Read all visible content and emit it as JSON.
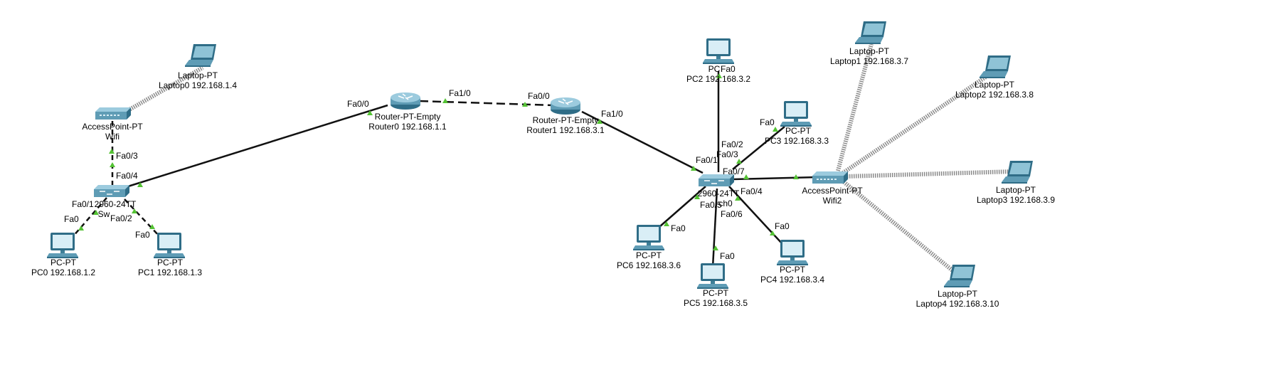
{
  "colors": {
    "link": "#111111",
    "wireless": "#8a8a8a",
    "port_up": "#54c234",
    "device_face": "#5f9cb5",
    "device_dark": "#2f6d87"
  },
  "devices": {
    "laptop0": {
      "type_label": "Laptop-PT",
      "name_label": "Laptop0 192.168.1.4",
      "icon": "laptop-icon"
    },
    "ap0": {
      "type_label": "AccessPoint-PT",
      "name_label": "Wifi",
      "icon": "access-point-icon"
    },
    "switch0": {
      "type_label": "2960-24TT",
      "name_label": "Sw",
      "icon": "switch-icon"
    },
    "pc0": {
      "type_label": "PC-PT",
      "name_label": "PC0 192.168.1.2",
      "icon": "pc-icon"
    },
    "pc1": {
      "type_label": "PC-PT",
      "name_label": "PC1 192.168.1.3",
      "icon": "pc-icon"
    },
    "router0": {
      "type_label": "Router-PT-Empty",
      "name_label": "Router0 192.168.1.1",
      "icon": "router-icon"
    },
    "router1": {
      "type_label": "Router-PT-Empty",
      "name_label": "Router1 192.168.3.1",
      "icon": "router-icon"
    },
    "switch1": {
      "type_label": "2960-24TT",
      "name_label": "ch0",
      "icon": "switch-icon"
    },
    "pc2": {
      "type_label": "PC",
      "name_label": "PC2 192.168.3.2",
      "icon": "pc-icon"
    },
    "pc3": {
      "type_label": "PC-PT",
      "name_label": "PC3 192.168.3.3",
      "icon": "pc-icon"
    },
    "pc4": {
      "type_label": "PC-PT",
      "name_label": "PC4 192.168.3.4",
      "icon": "pc-icon"
    },
    "pc5": {
      "type_label": "PC-PT",
      "name_label": "PC5 192.168.3.5",
      "icon": "pc-icon"
    },
    "pc6": {
      "type_label": "PC-PT",
      "name_label": "PC6 192.168.3.6",
      "icon": "pc-icon"
    },
    "ap1": {
      "type_label": "AccessPoint-PT",
      "name_label": "Wifi2",
      "icon": "access-point-icon"
    },
    "laptop1": {
      "type_label": "Laptop-PT",
      "name_label": "Laptop1 192.168.3.7",
      "icon": "laptop-icon"
    },
    "laptop2": {
      "type_label": "Laptop-PT",
      "name_label": "Laptop2 192.168.3.8",
      "icon": "laptop-icon"
    },
    "laptop3": {
      "type_label": "Laptop-PT",
      "name_label": "Laptop3 192.168.3.9",
      "icon": "laptop-icon"
    },
    "laptop4": {
      "type_label": "Laptop-PT",
      "name_label": "Laptop4 192.168.3.10",
      "icon": "laptop-icon"
    }
  },
  "ports": {
    "ap0_sw": "Fa0/3",
    "sw0_ap": "Fa0/4",
    "sw0_pc0": "Fa0/1",
    "pc0": "Fa0",
    "sw0_pc1": "Fa0/2",
    "pc1": "Fa0",
    "r0_sw": "Fa0/0",
    "r0_r1": "Fa1/0",
    "r1_r0": "Fa0/0",
    "r1_sw": "Fa1/0",
    "pc2": "Fa0",
    "sw1_pc2": "Fa0/2",
    "sw1_pc3": "Fa0/3",
    "pc3": "Fa0",
    "sw1_r1": "Fa0/1",
    "sw1_ap": "Fa0/7",
    "sw1_pc4": "Fa0/4",
    "pc4": "Fa0",
    "sw1_pc5": "Fa0/6",
    "pc5": "Fa0",
    "sw1_pc6": "Fa0/5",
    "pc6": "Fa0"
  }
}
